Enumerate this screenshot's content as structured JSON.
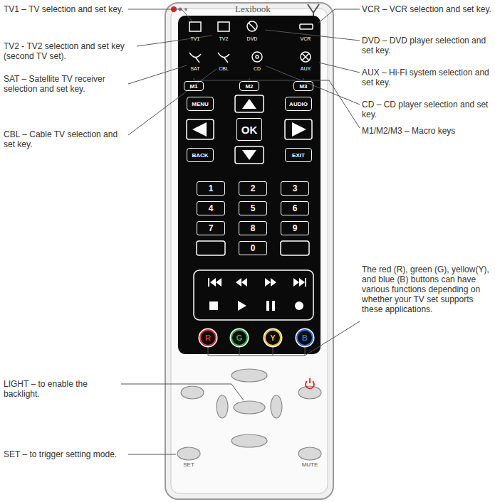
{
  "diagram": {
    "nodes": [
      {
        "text": [
          "Lexibook"
        ]
      },
      {
        "text": [
          "TV1"
        ],
        "in": 0
      },
      {
        "text": [
          "TV2"
        ],
        "in": 0
      },
      {
        "text": [
          "DVD"
        ],
        "in": 0
      },
      {
        "text": [
          "VCR"
        ],
        "in": 0
      },
      {
        "text": [
          "SAT"
        ],
        "in": 0
      },
      {
        "text": [
          "CBL"
        ],
        "in": 0
      },
      {
        "text": [
          "CD"
        ],
        "in": 0
      },
      {
        "text": [
          "AUX"
        ],
        "in": 0
      },
      {
        "text": [
          "M1"
        ],
        "in": 0
      },
      {
        "text": [
          "M2"
        ],
        "in": 0
      },
      {
        "text": [
          "M3"
        ],
        "in": 0
      },
      {
        "text": [
          "MENU"
        ],
        "in": 0
      },
      {
        "text": [
          "AUDIO"
        ],
        "in": 0
      },
      {
        "text": [
          "OK"
        ],
        "in": 0
      },
      {
        "text": [
          "BACK"
        ],
        "in": 0
      },
      {
        "text": [
          "EXIT"
        ],
        "in": 0
      },
      {
        "text": [
          "1"
        ],
        "in": 0
      },
      {
        "text": [
          "2"
        ],
        "in": 0
      },
      {
        "text": [
          "3"
        ],
        "in": 0
      },
      {
        "text": [
          "4"
        ],
        "in": 0
      },
      {
        "text": [
          "5"
        ],
        "in": 0
      },
      {
        "text": [
          "6"
        ],
        "in": 0
      },
      {
        "text": [
          "7"
        ],
        "in": 0
      },
      {
        "text": [
          "8"
        ],
        "in": 0
      },
      {
        "text": [
          "9"
        ],
        "in": 0
      },
      {
        "text": [
          "0"
        ],
        "in": 0
      },
      {
        "text": [
          "R"
        ],
        "in": 0
      },
      {
        "text": [
          "G"
        ],
        "in": 0
      },
      {
        "text": [
          "Y"
        ],
        "in": 0
      },
      {
        "text": [
          "B"
        ],
        "in": 0
      }
    ],
    "labels": [
      "TV1 – TV selection and set key.",
      "TV2 - TV2 selection and set key (second TV set).",
      "SAT – Satellite TV receiver selection and set key.",
      "CBL – Cable TV selection and set key.",
      "LIGHT – to enable the backlight.",
      "SET – to trigger setting mode.",
      "VCR – VCR selection and set key.",
      "DVD – DVD player selection and set key.",
      "AUX – Hi-Fi system selection and set key.",
      "CD – CD player selection and set key.",
      "M1/M2/M3 – Macro keys",
      "The red (R), green (G), yellow(Y), and blue (B) buttons can have various functions depending on whether your TV set supports these applications.",
      "SET",
      "MUTE"
    ]
  }
}
